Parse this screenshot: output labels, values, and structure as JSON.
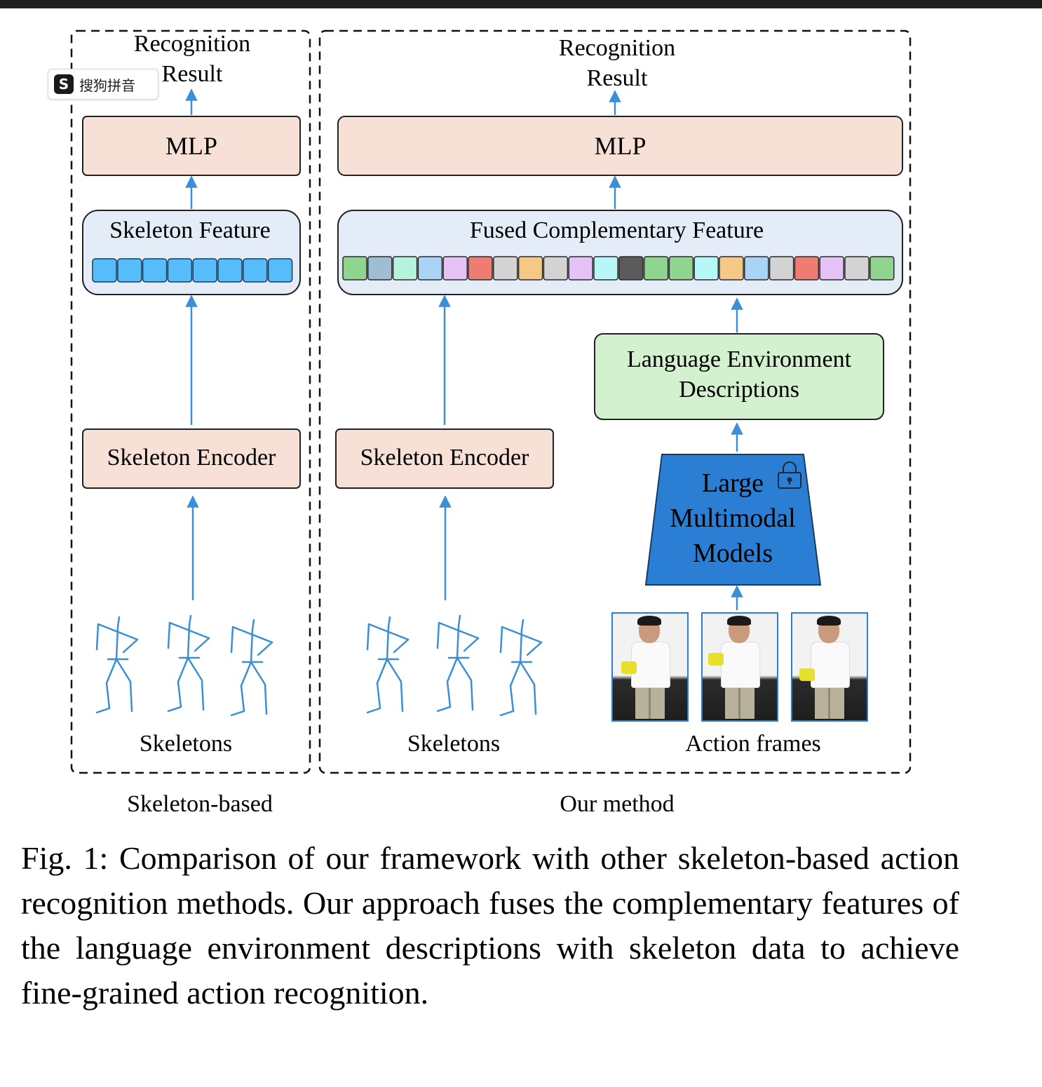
{
  "left_panel": {
    "result_label": "Recognition Result",
    "mlp_label": "MLP",
    "feature_label": "Skeleton Feature",
    "encoder_label": "Skeleton Encoder",
    "input_label": "Skeletons",
    "panel_label": "Skeleton-based"
  },
  "right_panel": {
    "result_label": "Recognition Result",
    "mlp_label": "MLP",
    "feature_label": "Fused Complementary Feature",
    "encoder_label": "Skeleton Encoder",
    "skeleton_input_label": "Skeletons",
    "lang_desc_label": "Language Environment Descriptions",
    "lmm_label": "Large Multimodal Models",
    "frames_label": "Action frames",
    "panel_label": "Our method"
  },
  "colors": {
    "accent_blue": "#3a8fd6",
    "box_peach": "#f7e0d5",
    "box_feature": "#e3ecf7",
    "box_green": "#d3f0cf",
    "lmm_blue": "#2a7fd4",
    "skeleton_token": "#56bdfa",
    "fused_tokens": [
      "#8fd48f",
      "#9ebed6",
      "#b6f2dc",
      "#a9d4f5",
      "#e5c2f5",
      "#f07b73",
      "#d3d3d3",
      "#f5c985",
      "#d3d3d3",
      "#e5c2f5",
      "#b8f7f7",
      "#5b5b5b",
      "#8fd48f",
      "#8fd48f",
      "#b8f7f7",
      "#f5c985",
      "#a9d4f5",
      "#d3d3d3",
      "#f07b73",
      "#e5c2f5",
      "#d3d3d3",
      "#8fd48f"
    ]
  },
  "icons": [
    "lock-icon",
    "up-arrow-icon"
  ],
  "ime_badge": {
    "logo": "S",
    "text": "搜狗拼音"
  },
  "caption": "Fig. 1: Comparison of our framework with other skeleton-based action recognition methods. Our approach fuses the complementary features of the language environment descriptions with skeleton data to achieve fine-grained action recognition."
}
